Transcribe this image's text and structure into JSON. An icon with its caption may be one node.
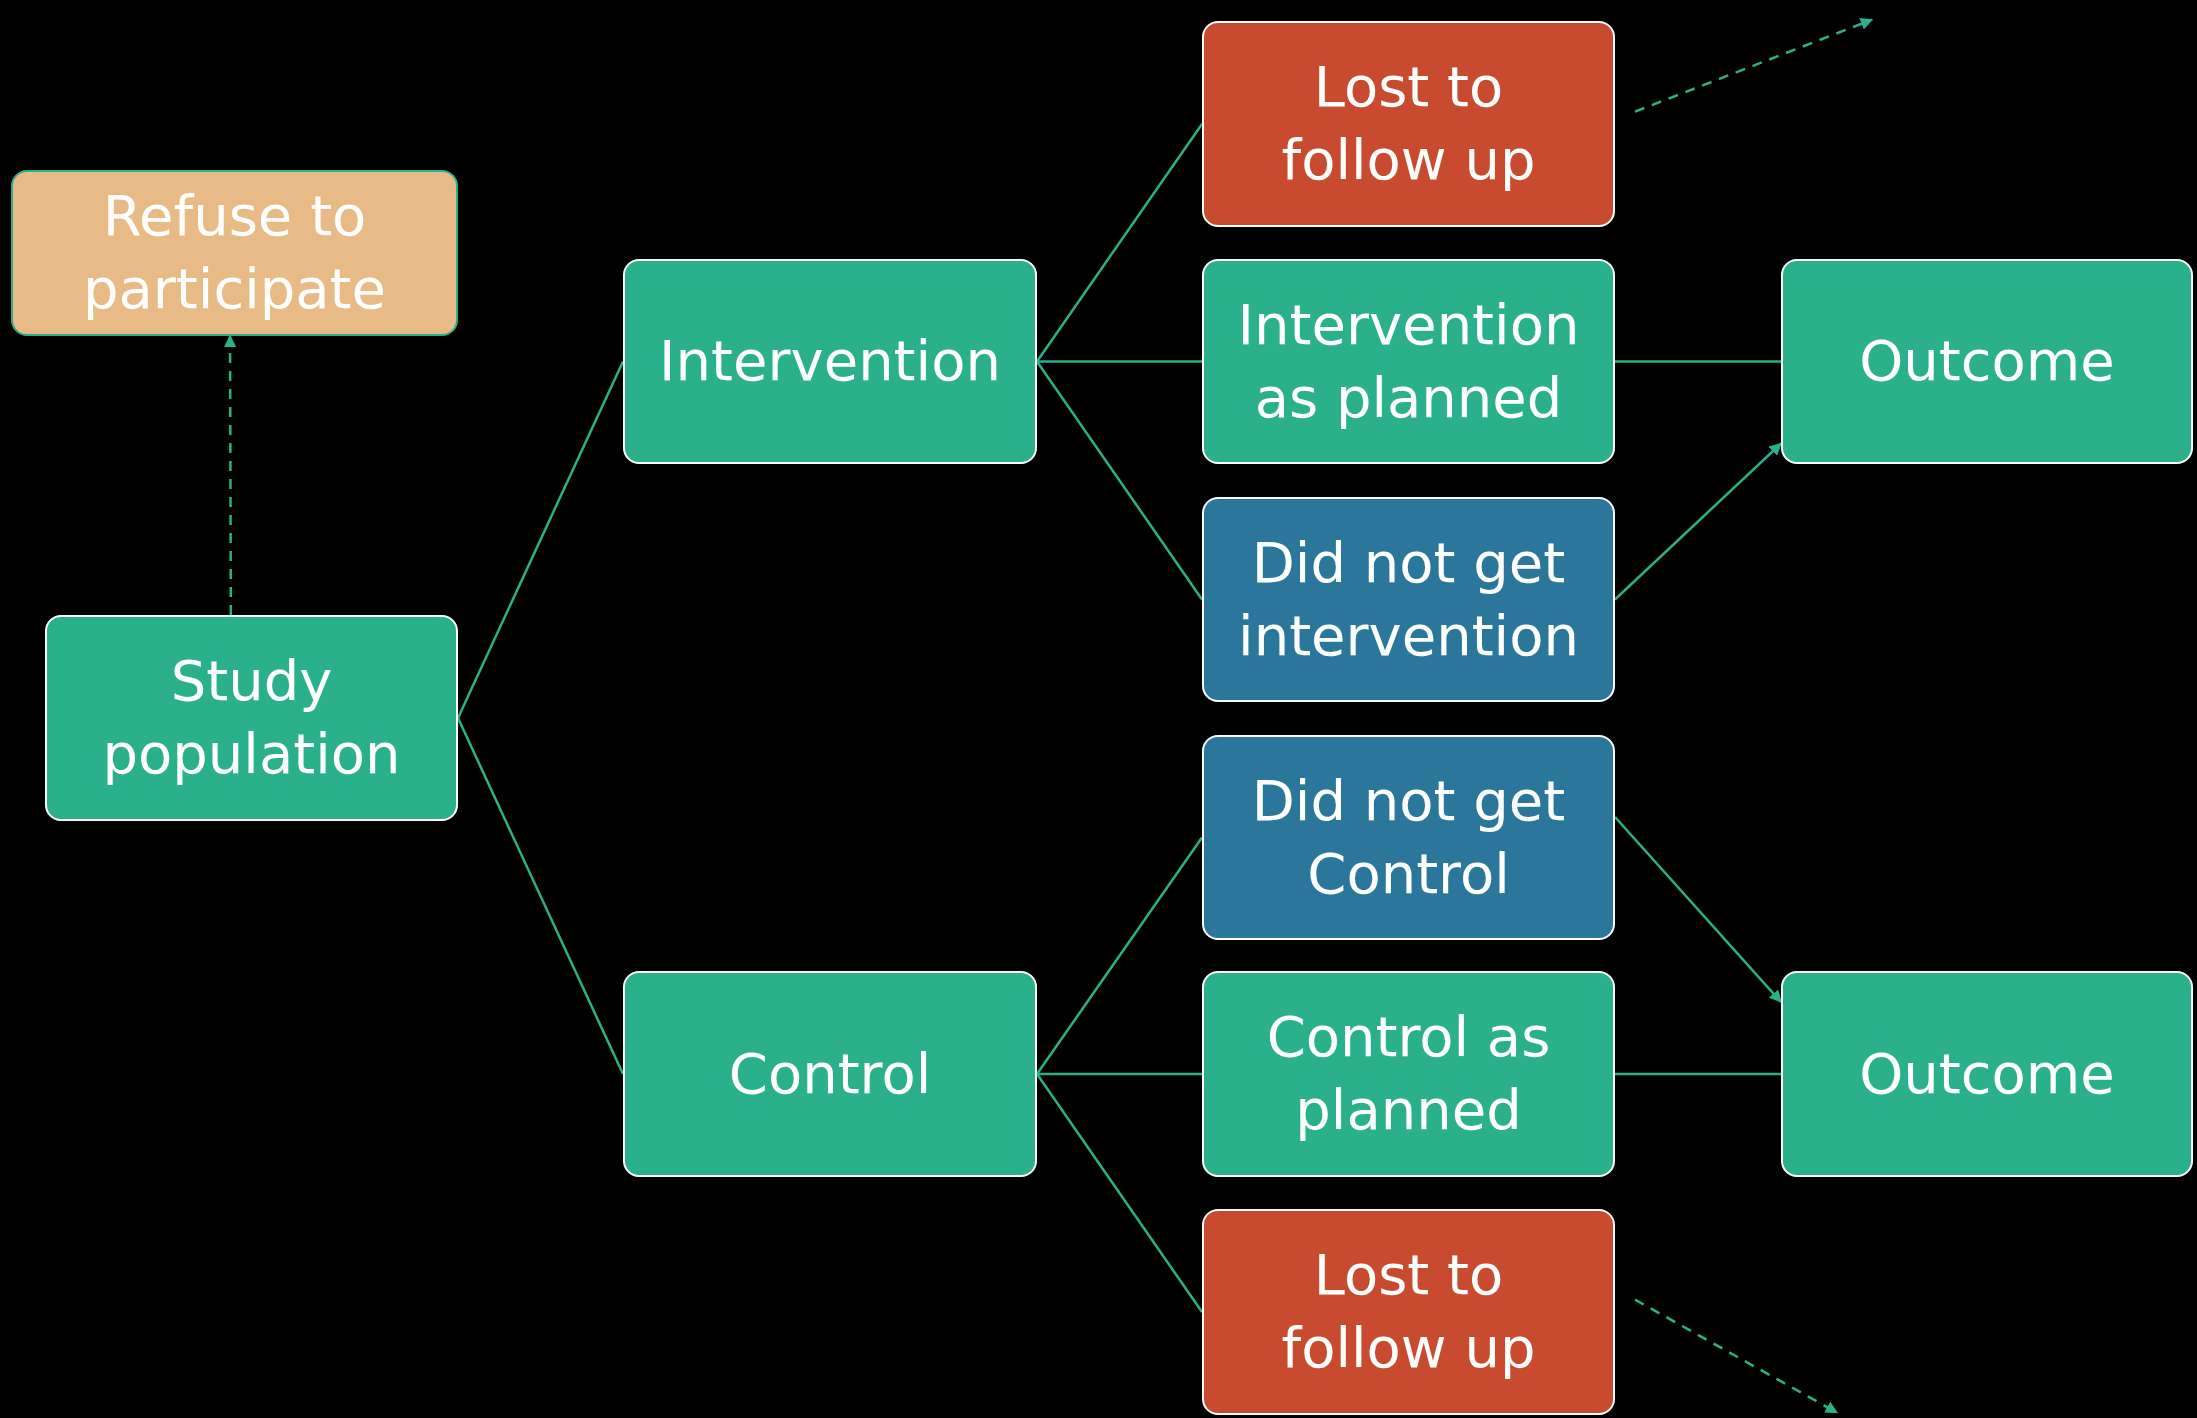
{
  "diagram": {
    "nodes": [
      {
        "text": [
          "Refuse to participate"
        ]
      },
      {
        "text": [
          "Study population"
        ]
      },
      {
        "text": [
          "Intervention"
        ]
      },
      {
        "text": [
          "Control"
        ]
      },
      {
        "text": [
          "Lost to follow up"
        ]
      },
      {
        "text": [
          "Intervention as planned"
        ]
      },
      {
        "text": [
          "Did not get intervention"
        ]
      },
      {
        "text": [
          "Did not get Control"
        ]
      },
      {
        "text": [
          "Control as planned"
        ]
      },
      {
        "text": [
          "Lost to follow up"
        ]
      },
      {
        "text": [
          "Outcome"
        ]
      },
      {
        "text": [
          "Outcome"
        ]
      }
    ],
    "edges": [
      {
        "from": 1,
        "to": 0,
        "arrow": "to",
        "style": "dashed"
      },
      {
        "from": 1,
        "to": 2,
        "arrow": "none"
      },
      {
        "from": 1,
        "to": 3,
        "arrow": "none"
      },
      {
        "from": 2,
        "to": 4,
        "arrow": "none"
      },
      {
        "from": 2,
        "to": 5,
        "arrow": "none"
      },
      {
        "from": 2,
        "to": 6,
        "arrow": "none"
      },
      {
        "from": 3,
        "to": 7,
        "arrow": "none"
      },
      {
        "from": 3,
        "to": 8,
        "arrow": "none"
      },
      {
        "from": 3,
        "to": 9,
        "arrow": "none"
      },
      {
        "from": 5,
        "to": 10,
        "arrow": "none"
      },
      {
        "from": 6,
        "to": 10,
        "arrow": "to"
      },
      {
        "from": 7,
        "to": 11,
        "arrow": "to"
      },
      {
        "from": 8,
        "to": 11,
        "arrow": "none"
      },
      {
        "from": 4,
        "to": null,
        "arrow": "to",
        "style": "dashed"
      },
      {
        "from": 9,
        "to": null,
        "arrow": "to",
        "style": "dashed"
      }
    ]
  }
}
